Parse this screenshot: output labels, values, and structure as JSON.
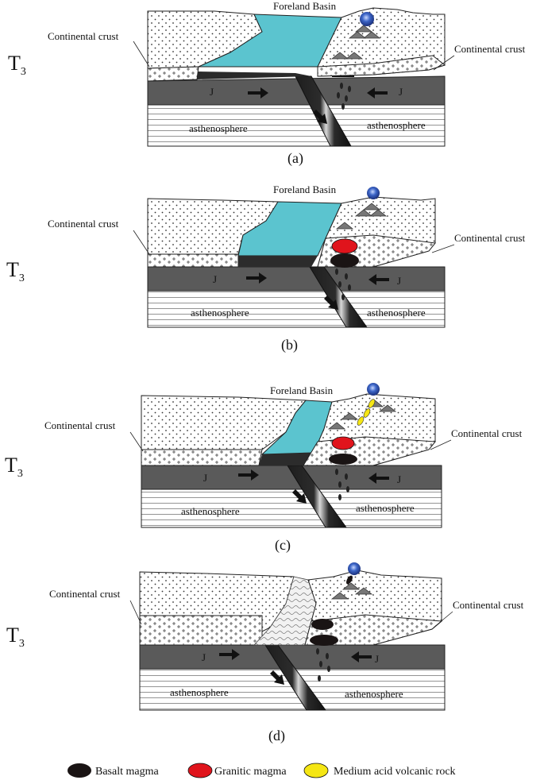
{
  "panels": [
    {
      "period": "T",
      "period_sub": "3",
      "foreland_label": "Foreland Basin",
      "crust_left": "Continental crust",
      "crust_right": "Continental crust",
      "plate_left": "J",
      "plate_right": "J",
      "astheno_left": "asthenosphere",
      "astheno_right": "asthenosphere",
      "caption": "(a)"
    },
    {
      "period": "T",
      "period_sub": "3",
      "foreland_label": "Foreland Basin",
      "crust_left": "Continental crust",
      "crust_right": "Continental crust",
      "plate_left": "J",
      "plate_right": "J",
      "astheno_left": "asthenosphere",
      "astheno_right": "asthenosphere",
      "caption": "(b)"
    },
    {
      "period": "T",
      "period_sub": "3",
      "foreland_label": "Foreland Basin",
      "crust_left": "Continental crust",
      "crust_right": "Continental crust",
      "plate_left": "J",
      "plate_right": "J",
      "astheno_left": "asthenosphere",
      "astheno_right": "asthenosphere",
      "caption": "(c)"
    },
    {
      "period": "T",
      "period_sub": "3",
      "foreland_label": "",
      "crust_left": "Continental crust",
      "crust_right": "Continental crust",
      "plate_left": "J",
      "plate_right": "J",
      "astheno_left": "asthenosphere",
      "astheno_right": "asthenosphere",
      "caption": "(d)"
    }
  ],
  "legend": [
    {
      "label": "Basalt magma",
      "color": "#1a1414"
    },
    {
      "label": "Granitic magma",
      "color": "#e0141c"
    },
    {
      "label": "Medium acid volcanic rock",
      "color": "#f5e614"
    }
  ],
  "colors": {
    "basin_water": "#5bc4cf",
    "oceanic_plate": "#5a5a5a",
    "slab_edge": "#1b1b1b",
    "crust_fill": "#ffffff",
    "outline": "#222222"
  }
}
